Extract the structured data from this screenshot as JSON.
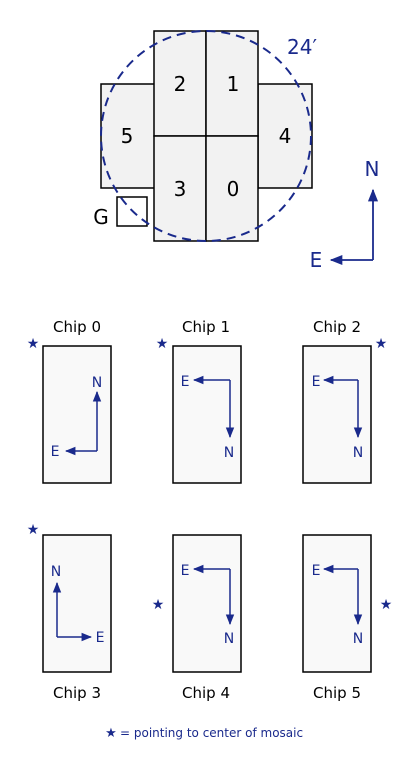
{
  "mosaic": {
    "chips": [
      {
        "id": "0",
        "label": "0"
      },
      {
        "id": "1",
        "label": "1"
      },
      {
        "id": "2",
        "label": "2"
      },
      {
        "id": "3",
        "label": "3"
      },
      {
        "id": "4",
        "label": "4"
      },
      {
        "id": "5",
        "label": "5"
      }
    ],
    "guider_label": "G",
    "circle_label": "24′",
    "compass": {
      "north": "N",
      "east": "E"
    }
  },
  "chip_panels": [
    {
      "title": "Chip 0",
      "north": "N",
      "east": "E",
      "star_side": "top-left"
    },
    {
      "title": "Chip 1",
      "north": "N",
      "east": "E",
      "star_side": "top-left"
    },
    {
      "title": "Chip 2",
      "north": "N",
      "east": "E",
      "star_side": "top-right"
    },
    {
      "title": "Chip 3",
      "north": "N",
      "east": "E",
      "star_side": "top-left"
    },
    {
      "title": "Chip 4",
      "north": "N",
      "east": "E",
      "star_side": "middle-left"
    },
    {
      "title": "Chip 5",
      "north": "N",
      "east": "E",
      "star_side": "middle-right"
    }
  ],
  "legend": {
    "symbol": "★",
    "text": "= pointing to center of mosaic"
  },
  "colors": {
    "accent": "#1a2a8c",
    "chip_fill": "#f2f2f2",
    "outline": "#000000"
  }
}
